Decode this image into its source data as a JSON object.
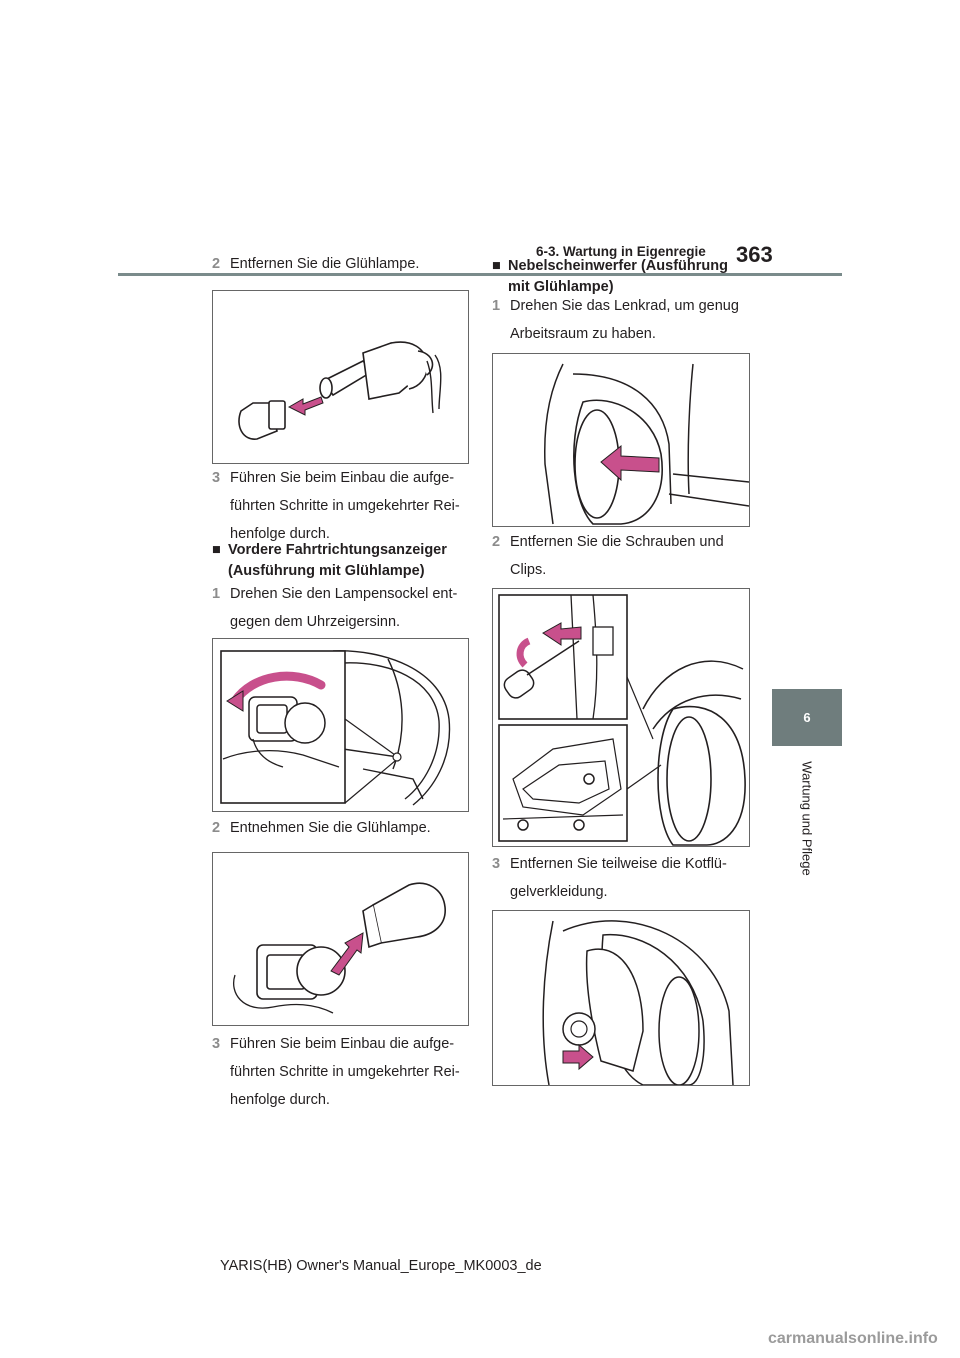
{
  "header": {
    "section": "6-3. Wartung in Eigenregie",
    "page_number": "363"
  },
  "tab": {
    "chapter": "6",
    "label": "Wartung und Pflege"
  },
  "left": {
    "step_remove": {
      "num": "2",
      "text": "Entfernen Sie die Glühlampe."
    },
    "step_install_1": {
      "num": "3",
      "text": "Führen Sie beim Einbau die aufge-führten Schritte in umgekehrter Rei-henfolge durch."
    },
    "section_front": {
      "marker": "■",
      "title": "Vordere Fahrtrichtungsanzeiger (Ausführung mit Glühlampe)"
    },
    "step_turn": {
      "num": "1",
      "text": "Drehen Sie den Lampensockel ent-gegen dem Uhrzeigersinn."
    },
    "step_takeout": {
      "num": "2",
      "text": "Entnehmen Sie die Glühlampe."
    },
    "step_install_2": {
      "num": "3",
      "text": "Führen Sie beim Einbau die aufge-führten Schritte in umgekehrter Rei-henfolge durch."
    }
  },
  "right": {
    "section_fog": {
      "marker": "■",
      "title": "Nebelscheinwerfer (Ausführung mit Glühlampe)"
    },
    "step_steer": {
      "num": "1",
      "text": "Drehen Sie das Lenkrad, um genug Arbeitsraum zu haben."
    },
    "step_screws": {
      "num": "2",
      "text": "Entfernen Sie die Schrauben und Clips."
    },
    "step_liner": {
      "num": "3",
      "text": "Entfernen Sie teilweise die Kotflü-gelverkleidung."
    }
  },
  "footer": {
    "manual": "YARIS(HB) Owner's Manual_Europe_MK0003_de"
  },
  "watermark": {
    "text": "carmanualsonline.info"
  },
  "colors": {
    "arrow": "#c8508c",
    "rule": "#7a8b8b",
    "tab": "#6f7d7d"
  }
}
